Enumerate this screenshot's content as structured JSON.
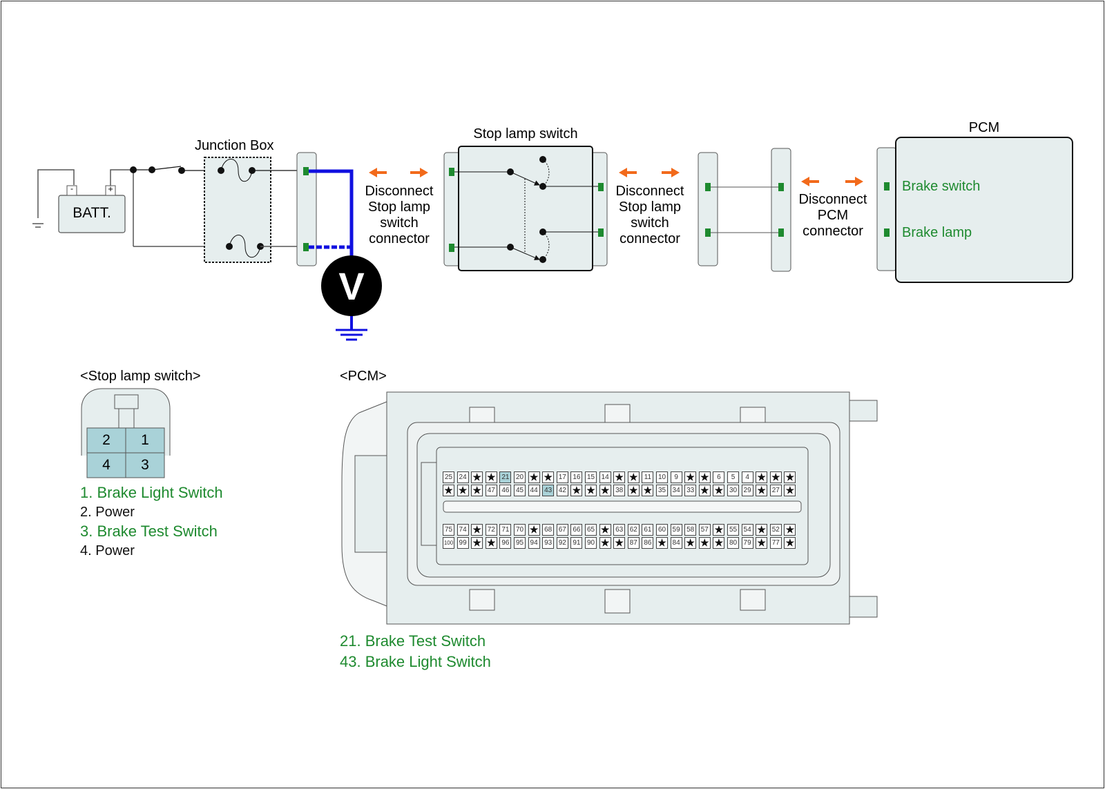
{
  "circuit": {
    "battery_label": "BATT.",
    "battery_neg": "-",
    "battery_pos": "+",
    "junction_box_label": "Junction Box",
    "voltmeter_label": "V",
    "stop_lamp_switch_label": "Stop lamp switch",
    "pcm_label": "PCM",
    "disconnect_1": [
      "Disconnect",
      "Stop lamp",
      "switch",
      "connector"
    ],
    "disconnect_2": [
      "Disconnect",
      "Stop lamp",
      "switch",
      "connector"
    ],
    "disconnect_3": [
      "Disconnect",
      "PCM",
      "connector"
    ],
    "pcm_pins": [
      "Brake switch",
      "Brake lamp"
    ],
    "colors": {
      "probe_wire": "#1010e0",
      "arrow": "#f26a1b",
      "pin": "#1e8a2f",
      "fill": "#e6eeee"
    }
  },
  "stop_lamp_connector": {
    "title": "<Stop lamp switch>",
    "pins": [
      "2",
      "1",
      "4",
      "3"
    ],
    "legend": [
      {
        "text": "1. Brake Light Switch",
        "color": "green"
      },
      {
        "text": "2. Power",
        "color": "black"
      },
      {
        "text": "3. Brake Test Switch",
        "color": "green"
      },
      {
        "text": "4. Power",
        "color": "black"
      }
    ]
  },
  "pcm_connector": {
    "title": "<PCM>",
    "rows": [
      [
        "25",
        "24",
        "*",
        "*",
        "21",
        "20",
        "*",
        "*",
        "17",
        "16",
        "15",
        "14",
        "*",
        "*",
        "11",
        "10",
        "9",
        "*",
        "*",
        "6",
        "5",
        "4",
        "*",
        "*",
        "*"
      ],
      [
        "*",
        "*",
        "*",
        "47",
        "46",
        "45",
        "44",
        "43",
        "42",
        "*",
        "*",
        "*",
        "38",
        "*",
        "*",
        "35",
        "34",
        "33",
        "*",
        "*",
        "30",
        "29",
        "*",
        "27",
        "*"
      ],
      [
        "75",
        "74",
        "*",
        "72",
        "71",
        "70",
        "*",
        "68",
        "67",
        "66",
        "65",
        "*",
        "63",
        "62",
        "61",
        "60",
        "59",
        "58",
        "57",
        "*",
        "55",
        "54",
        "*",
        "52",
        "*"
      ],
      [
        "100",
        "99",
        "*",
        "*",
        "96",
        "95",
        "94",
        "93",
        "92",
        "91",
        "90",
        "*",
        "*",
        "87",
        "86",
        "*",
        "84",
        "*",
        "*",
        "*",
        "80",
        "79",
        "*",
        "77",
        "*"
      ]
    ],
    "highlighted": [
      "21",
      "43"
    ],
    "legend": [
      "21. Brake Test Switch",
      "43. Brake Light Switch"
    ]
  }
}
